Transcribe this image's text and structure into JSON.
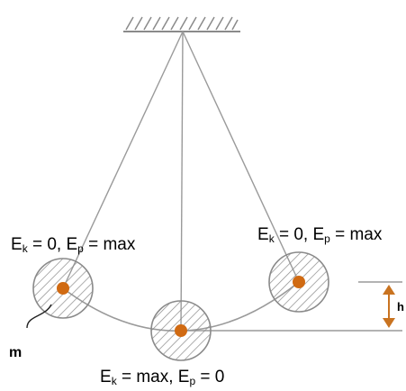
{
  "labels": {
    "left_Ek_main": "E",
    "left_Ek_sub": "k",
    "left_Ek_val": " = 0, E",
    "left_Ep_sub": "p",
    "left_Ep_val": " = max",
    "right_Ek_main": "E",
    "right_Ek_sub": "k",
    "right_Ek_val": " = 0, E",
    "right_Ep_sub": "p",
    "right_Ep_val": " = max",
    "bottom_Ek_main": "E",
    "bottom_Ek_sub": "k",
    "bottom_Ek_val": " = max, E",
    "bottom_Ep_sub": "p",
    "bottom_Ep_val": " = 0",
    "height": "h",
    "mass": "m"
  },
  "colors": {
    "bob": "#d06a12",
    "arrow": "#c97320",
    "line": "#999999",
    "circle": "#888888",
    "hatch": "#888888"
  }
}
